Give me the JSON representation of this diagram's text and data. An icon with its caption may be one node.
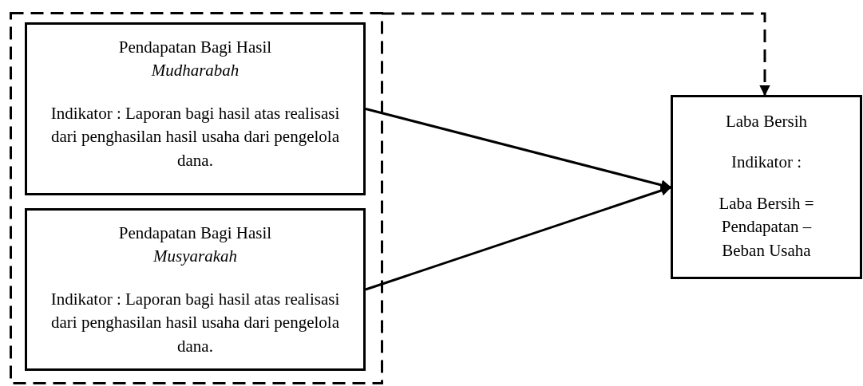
{
  "diagram": {
    "nodes": [
      {
        "text": [],
        "shape": "box"
      },
      {
        "text": [
          "Pendapatan Bagi Hasil *Mudharabah*",
          "Indikator : Laporan bagi hasil atas realisasi dari penghasilan hasil usaha dari pengelola dana."
        ],
        "in": 0
      },
      {
        "text": [
          "Pendapatan Bagi Hasil *Musyarakah*",
          "Indikator : Laporan bagi hasil atas realisasi dari penghasilan hasil usaha dari pengelola dana."
        ],
        "in": 0
      },
      {
        "text": [
          "Laba Bersih",
          "Indikator :",
          "Laba Bersih = Pendapatan – Beban Usaha"
        ]
      }
    ],
    "edges": [
      {
        "from": 0,
        "to": 3,
        "arrow": "to",
        "style": "dashed"
      },
      {
        "from": 1,
        "to": 3,
        "arrow": "to"
      },
      {
        "from": 2,
        "to": 3,
        "arrow": "to"
      }
    ]
  }
}
